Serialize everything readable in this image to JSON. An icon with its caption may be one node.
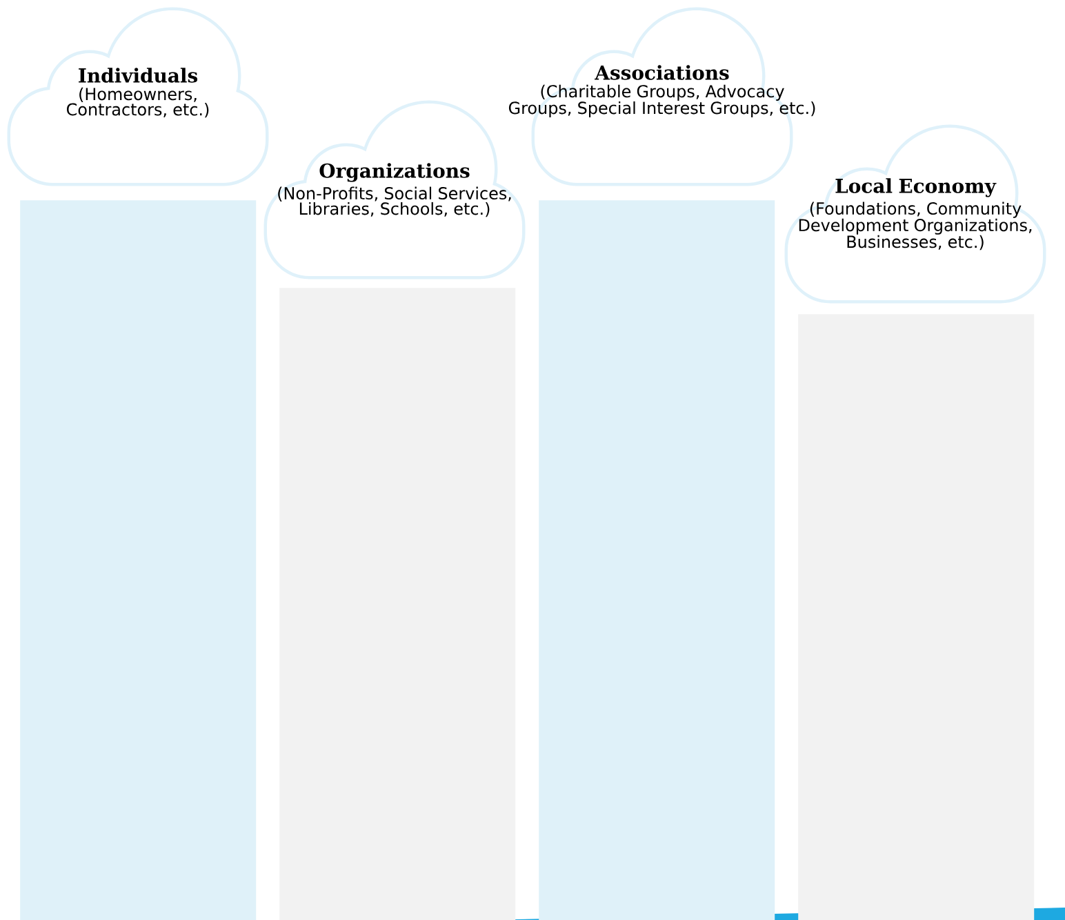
{
  "diagram": {
    "nodes": [
      {
        "text": [
          "Individuals",
          "(Homeowners, Contractors, etc.)"
        ]
      },
      {
        "text": [
          "Organizations",
          "(Non-Profits, Social Services, Libraries, Schools, etc.)"
        ]
      },
      {
        "text": [
          "Associations",
          "(Charitable Groups, Advocacy Groups, Special Interest Groups, etc.)"
        ]
      },
      {
        "text": [
          "Local Economy",
          "(Foundations, Community Development Organizations, Businesses, etc.)"
        ]
      },
      {
        "text": [],
        "shape": "bar"
      },
      {
        "text": [],
        "shape": "bar"
      },
      {
        "text": [],
        "shape": "bar"
      },
      {
        "text": [],
        "shape": "bar"
      }
    ]
  }
}
